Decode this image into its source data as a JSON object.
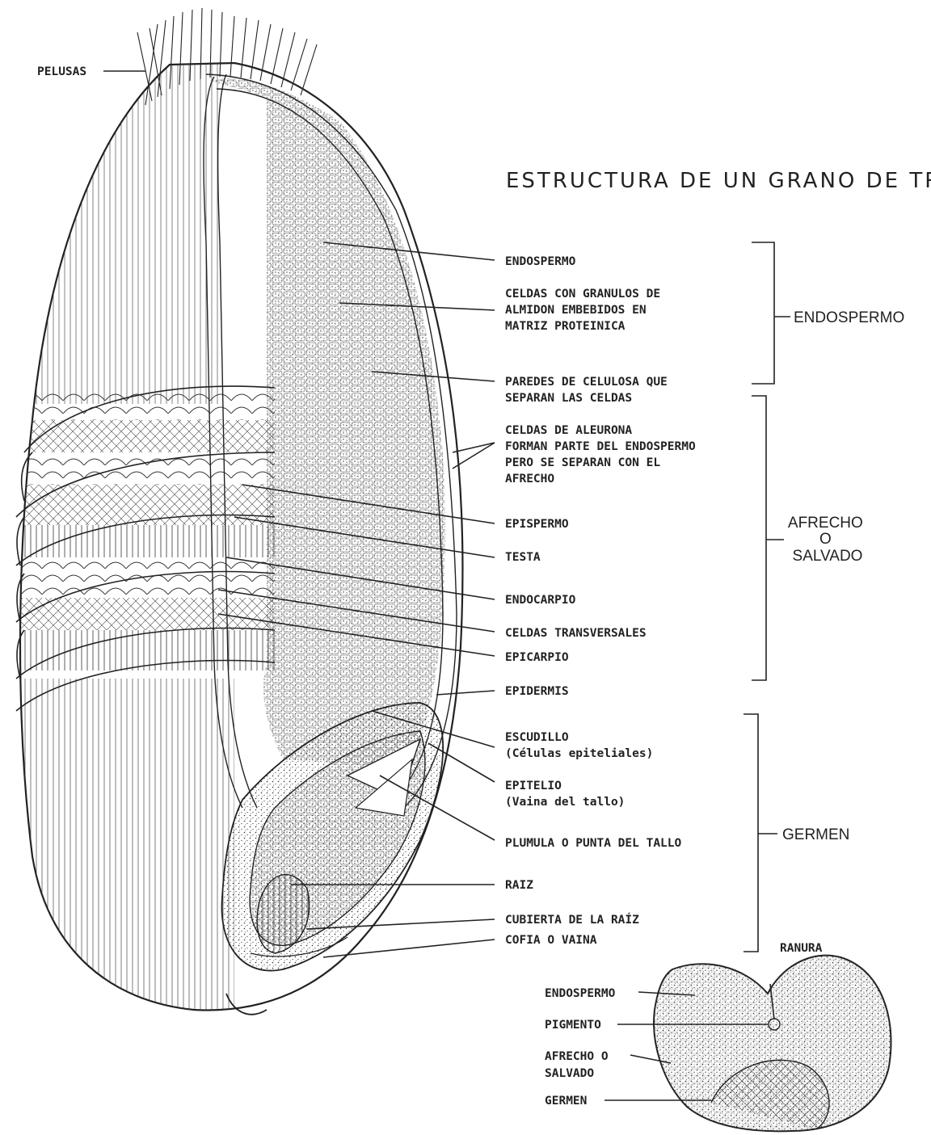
{
  "title": "ESTRUCTURA DE UN GRANO DE TRIGO",
  "labels": {
    "pelusas": "PELUSAS",
    "endospermo": "ENDOSPERMO",
    "celdas_granulos": [
      "CELDAS CON GRANULOS DE",
      "ALMIDON EMBEBIDOS EN",
      "MATRIZ PROTEINICA"
    ],
    "paredes": [
      "PAREDES DE CELULOSA QUE",
      "SEPARAN LAS CELDAS"
    ],
    "aleurona": [
      "CELDAS DE ALEURONA",
      "FORMAN PARTE DEL ENDOSPERMO",
      "PERO SE SEPARAN CON EL",
      "AFRECHO"
    ],
    "epispermo": "EPISPERMO",
    "testa": "TESTA",
    "endocarpio": "ENDOCARPIO",
    "celdas_transversales": "CELDAS TRANSVERSALES",
    "epicarpio": "EPICARPIO",
    "epidermis": "EPIDERMIS",
    "escudillo": [
      "ESCUDILLO",
      "(Células epiteliales)"
    ],
    "epitelio": [
      "EPITELIO",
      "(Vaina del tallo)"
    ],
    "plumula": "PLUMULA O PUNTA DEL TALLO",
    "raiz": "RAIZ",
    "cubierta_raiz": "CUBIERTA DE LA RAÍZ",
    "cofia": "COFIA O VAINA"
  },
  "groups": {
    "endospermo": "ENDOSPERMO",
    "afrecho": [
      "AFRECHO",
      "O",
      "SALVADO"
    ],
    "germen": "GERMEN"
  },
  "cross_section": {
    "ranura": "RANURA",
    "endospermo": "ENDOSPERMO",
    "pigmento": "PIGMENTO",
    "afrecho": [
      "AFRECHO O",
      "SALVADO"
    ],
    "germen": "GERMEN"
  }
}
